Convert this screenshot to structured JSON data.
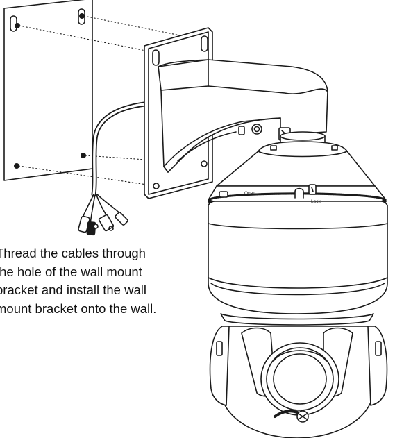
{
  "instruction": {
    "lines": [
      "Thread the cables through",
      "the hole of the wall mount",
      "bracket and install the wall",
      "mount bracket onto the wall."
    ]
  },
  "camera_labels": {
    "open": "Open",
    "lock": "Lock"
  },
  "colors": {
    "line": "#1a1a1a",
    "text": "#111111",
    "background": "#ffffff"
  }
}
